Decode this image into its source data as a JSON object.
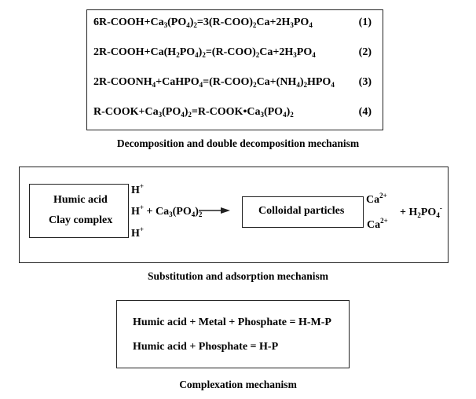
{
  "decomposition": {
    "equations": [
      {
        "parts": [
          [
            "6R-COOH+Ca"
          ],
          [
            "3",
            "sub"
          ],
          [
            "(PO"
          ],
          [
            "4",
            "sub"
          ],
          [
            ")"
          ],
          [
            "2",
            "sub"
          ],
          [
            "=3(R-COO)"
          ],
          [
            "2",
            "sub"
          ],
          [
            "Ca+2H"
          ],
          [
            "3",
            "sub"
          ],
          [
            "PO"
          ],
          [
            "4",
            "sub"
          ]
        ],
        "number": "(1)"
      },
      {
        "parts": [
          [
            "2R-COOH+Ca(H"
          ],
          [
            "2",
            "sub"
          ],
          [
            "PO"
          ],
          [
            "4",
            "sub"
          ],
          [
            ")"
          ],
          [
            "2",
            "sub"
          ],
          [
            "=(R-COO)"
          ],
          [
            "2",
            "sub"
          ],
          [
            "Ca+2H"
          ],
          [
            "3",
            "sub"
          ],
          [
            "PO"
          ],
          [
            "4",
            "sub"
          ]
        ],
        "number": "(2)"
      },
      {
        "parts": [
          [
            "2R-COONH"
          ],
          [
            "4",
            "sub"
          ],
          [
            "+CaHPO"
          ],
          [
            "4",
            "sub"
          ],
          [
            "=(R-COO)"
          ],
          [
            "2",
            "sub"
          ],
          [
            "Ca+(NH"
          ],
          [
            "4",
            "sub"
          ],
          [
            ")"
          ],
          [
            "2",
            "sub"
          ],
          [
            "HPO"
          ],
          [
            "4",
            "sub"
          ]
        ],
        "number": "(3)"
      },
      {
        "parts": [
          [
            "R-COOK+Ca"
          ],
          [
            "3",
            "sub"
          ],
          [
            "(PO"
          ],
          [
            "4",
            "sub"
          ],
          [
            ")"
          ],
          [
            "2",
            "sub"
          ],
          [
            "=R-COOK•Ca"
          ],
          [
            "3",
            "sub"
          ],
          [
            "(PO"
          ],
          [
            "4",
            "sub"
          ],
          [
            ")"
          ],
          [
            "2",
            "sub"
          ]
        ],
        "number": "(4)"
      }
    ],
    "caption": "Decomposition and double decomposition mechanism"
  },
  "substitution": {
    "complex_line1": "Humic acid",
    "complex_line2": "Clay complex",
    "h": "H",
    "plus": "+",
    "reagent": [
      [
        "+ Ca"
      ],
      [
        "3",
        "sub"
      ],
      [
        "(PO"
      ],
      [
        "4",
        "sub"
      ],
      [
        ")"
      ],
      [
        "2",
        "sub"
      ]
    ],
    "colloid": "Colloidal particles",
    "ca": "Ca",
    "ca_charge": "2+",
    "product": [
      [
        "+ H"
      ],
      [
        "2",
        "sub"
      ],
      [
        "PO"
      ],
      [
        "4",
        "sub"
      ],
      [
        "-",
        "sup"
      ]
    ],
    "caption": "Substitution and adsorption mechanism"
  },
  "complexation": {
    "line1": "Humic acid + Metal + Phosphate = H-M-P",
    "line2": "Humic acid + Phosphate = H-P",
    "caption": "Complexation mechanism"
  }
}
